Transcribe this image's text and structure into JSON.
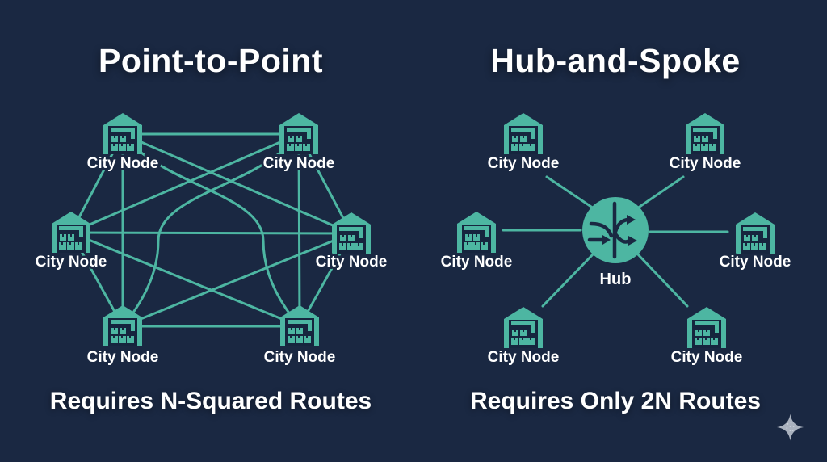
{
  "slide": {
    "background_color": "#1A2842",
    "accent_color": "#4DB6A2",
    "text_color": "#FFFFFF",
    "watermark_color": "#A9B1BE"
  },
  "left_panel": {
    "title": "Point-to-Point",
    "caption": "Requires N-Squared Routes",
    "topology": "full-mesh of 6 city nodes",
    "nodes": [
      "City Node",
      "City Node",
      "City Node",
      "City Node",
      "City Node",
      "City Node"
    ]
  },
  "right_panel": {
    "title": "Hub-and-Spoke",
    "caption": "Requires Only 2N Routes",
    "topology": "6 city nodes connected to one central hub",
    "hub_label": "Hub",
    "nodes": [
      "City Node",
      "City Node",
      "City Node",
      "City Node",
      "City Node",
      "City Node"
    ]
  },
  "icons": {
    "city_node": "warehouse-icon",
    "hub": "router-arrows-icon",
    "watermark": "sparkle-icon"
  }
}
